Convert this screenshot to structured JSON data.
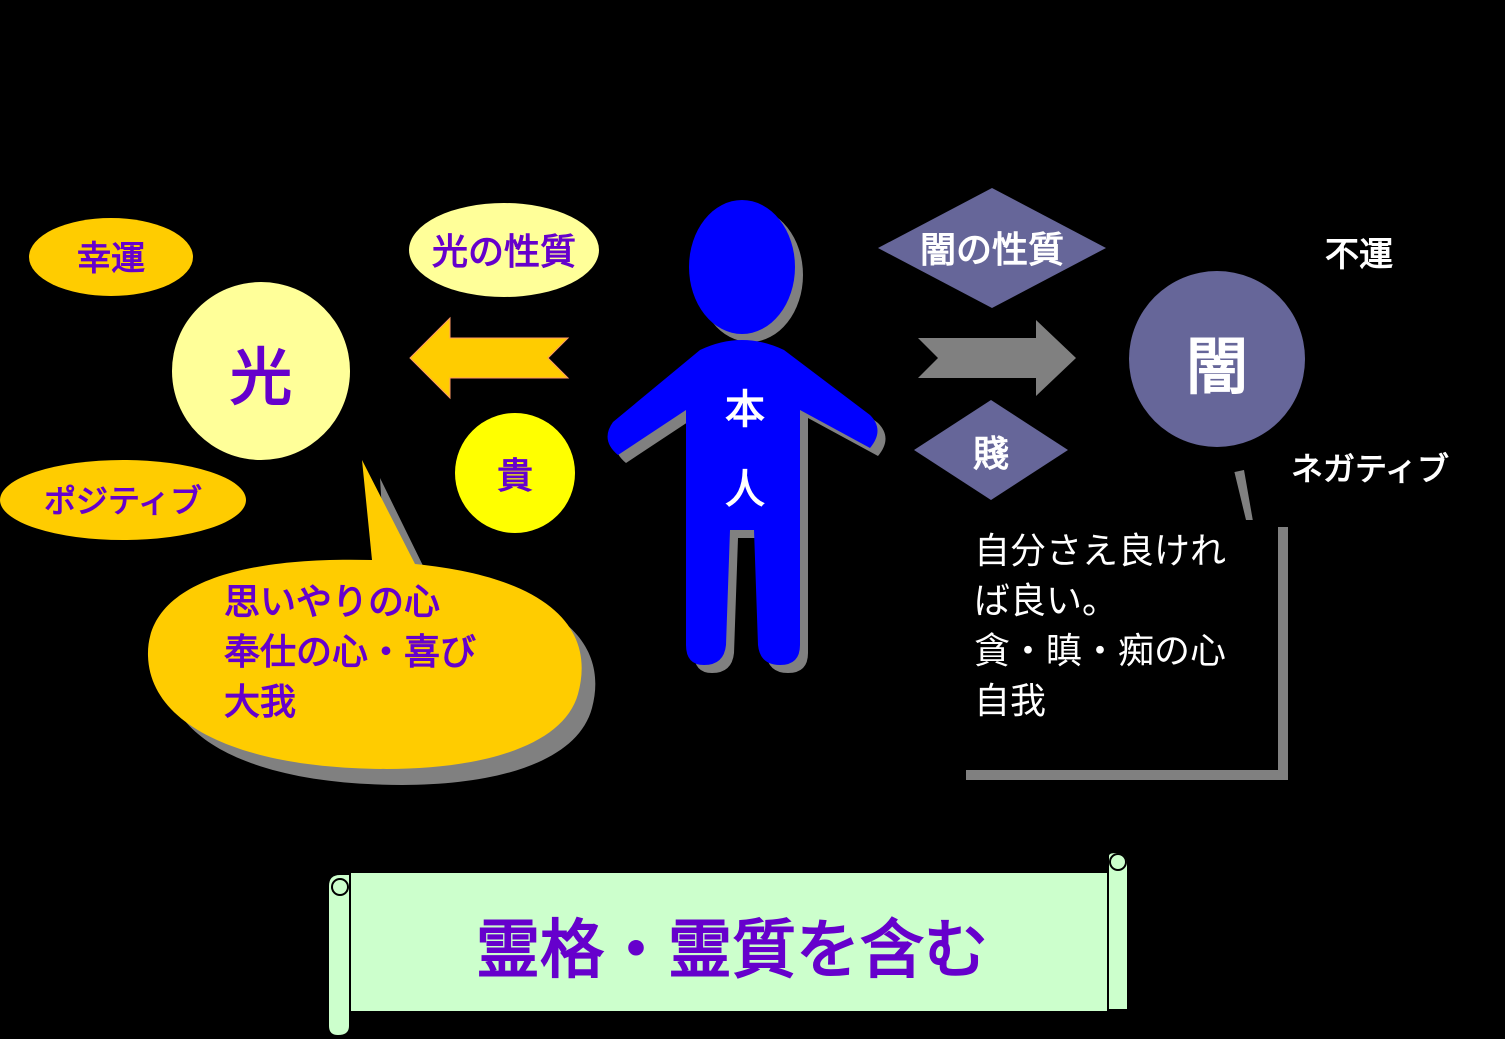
{
  "light_side": {
    "luck_label": "幸運",
    "nature_label": "光の性質",
    "main_label": "光",
    "noble_label": "貴",
    "positive_label": "ポジティブ",
    "bubble_lines": [
      "思いやりの心",
      "奉仕の心・喜び",
      "大我"
    ]
  },
  "person": {
    "label_top": "本",
    "label_bottom": "人"
  },
  "dark_side": {
    "nature_label": "闇の性質",
    "misfortune_label": "不運",
    "main_label": "闇",
    "base_label": "賤",
    "negative_label": "ネガティブ",
    "callout_lines": [
      "自分さえ良けれ",
      "ば良い。",
      "貪・瞋・痴の心",
      "自我"
    ]
  },
  "scroll": {
    "text": "霊格・霊質を含む"
  },
  "colors": {
    "background": "#000000",
    "light_yellow": "#FFFF99",
    "gold": "#FFCC00",
    "bright_yellow": "#FFFF00",
    "purple_text": "#6600CC",
    "person_blue": "#0000FF",
    "dark_slate": "#666699",
    "arrow_gray": "#808080",
    "scroll_green": "#CCFFCC",
    "shadow_gray": "#808080"
  }
}
